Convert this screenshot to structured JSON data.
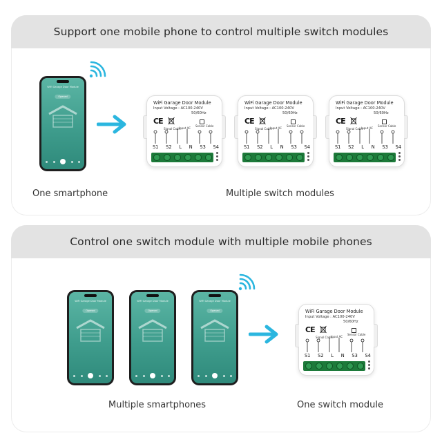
{
  "section1": {
    "title": "Support one mobile phone to control multiple switch modules",
    "caption_left": "One smartphone",
    "caption_right": "Multiple switch modules"
  },
  "section2": {
    "title": "Control one switch module with multiple mobile phones",
    "caption_left": "Multiple smartphones",
    "caption_right": "One switch module"
  },
  "phone": {
    "app_title": "WiFi Garage Door Module",
    "status": "Opened"
  },
  "module": {
    "title": "WiFi Garage Door Module",
    "voltage": "Input Voltage : AC100-240V",
    "frequency": "50/60Hz",
    "ce_mark": "CE",
    "signal_label": "Signal Cable",
    "input_label": "Input AC",
    "sensor_label": "Sensor Cable",
    "terminals": [
      "S1",
      "S2",
      "L",
      "N",
      "S3",
      "S4"
    ]
  },
  "colors": {
    "panel_header": "#e3e3e3",
    "arrow": "#2bb6df",
    "screen": "#46a392",
    "terminal_block": "#1d7a3a"
  }
}
